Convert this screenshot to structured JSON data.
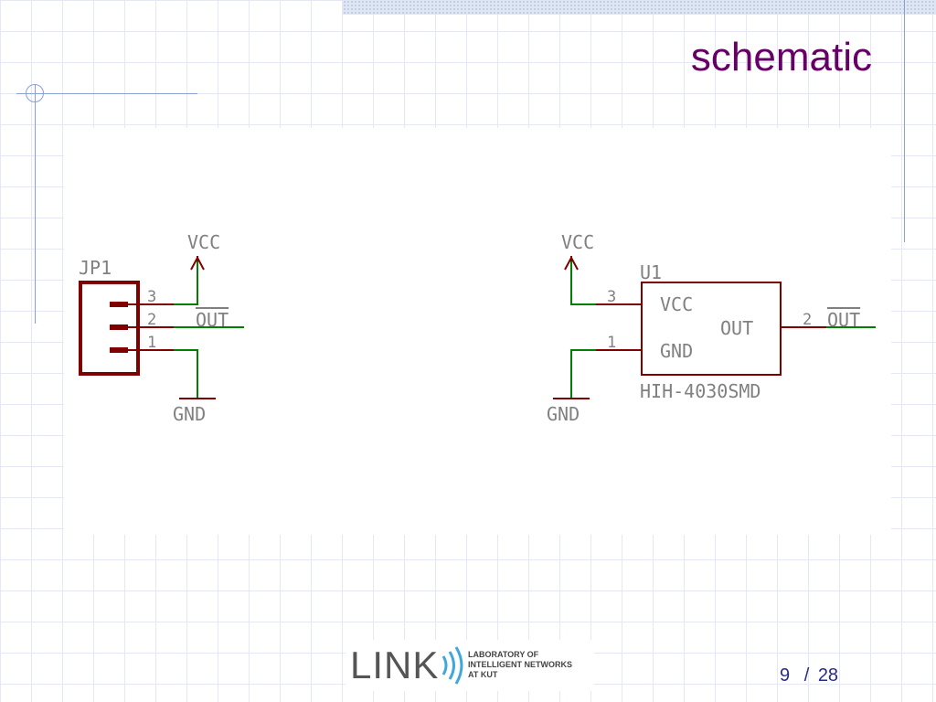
{
  "slide": {
    "title": "schematic",
    "page_current": "9",
    "page_separator": "/",
    "page_total": "28"
  },
  "logo": {
    "word": "LINK",
    "line1": "LABORATORY OF",
    "line2": "INTELLIGENT NETWORKS",
    "line3": "AT KUT"
  },
  "schematic": {
    "jp1": {
      "name": "JP1",
      "vcc": "VCC",
      "gnd": "GND",
      "out": "OUT",
      "pin3": "3",
      "pin2": "2",
      "pin1": "1"
    },
    "u1": {
      "name": "U1",
      "part": "HIH-4030SMD",
      "vcc_ext": "VCC",
      "gnd_ext": "GND",
      "pin_vcc_label": "VCC",
      "pin_gnd_label": "GND",
      "pin_out_label": "OUT",
      "pin3": "3",
      "pin1": "1",
      "pin2": "2",
      "out": "OUT"
    }
  },
  "colors": {
    "title": "#660066",
    "component": "#800000",
    "wire": "#008000",
    "label": "#808080",
    "page_number": "#2a2a8a"
  }
}
